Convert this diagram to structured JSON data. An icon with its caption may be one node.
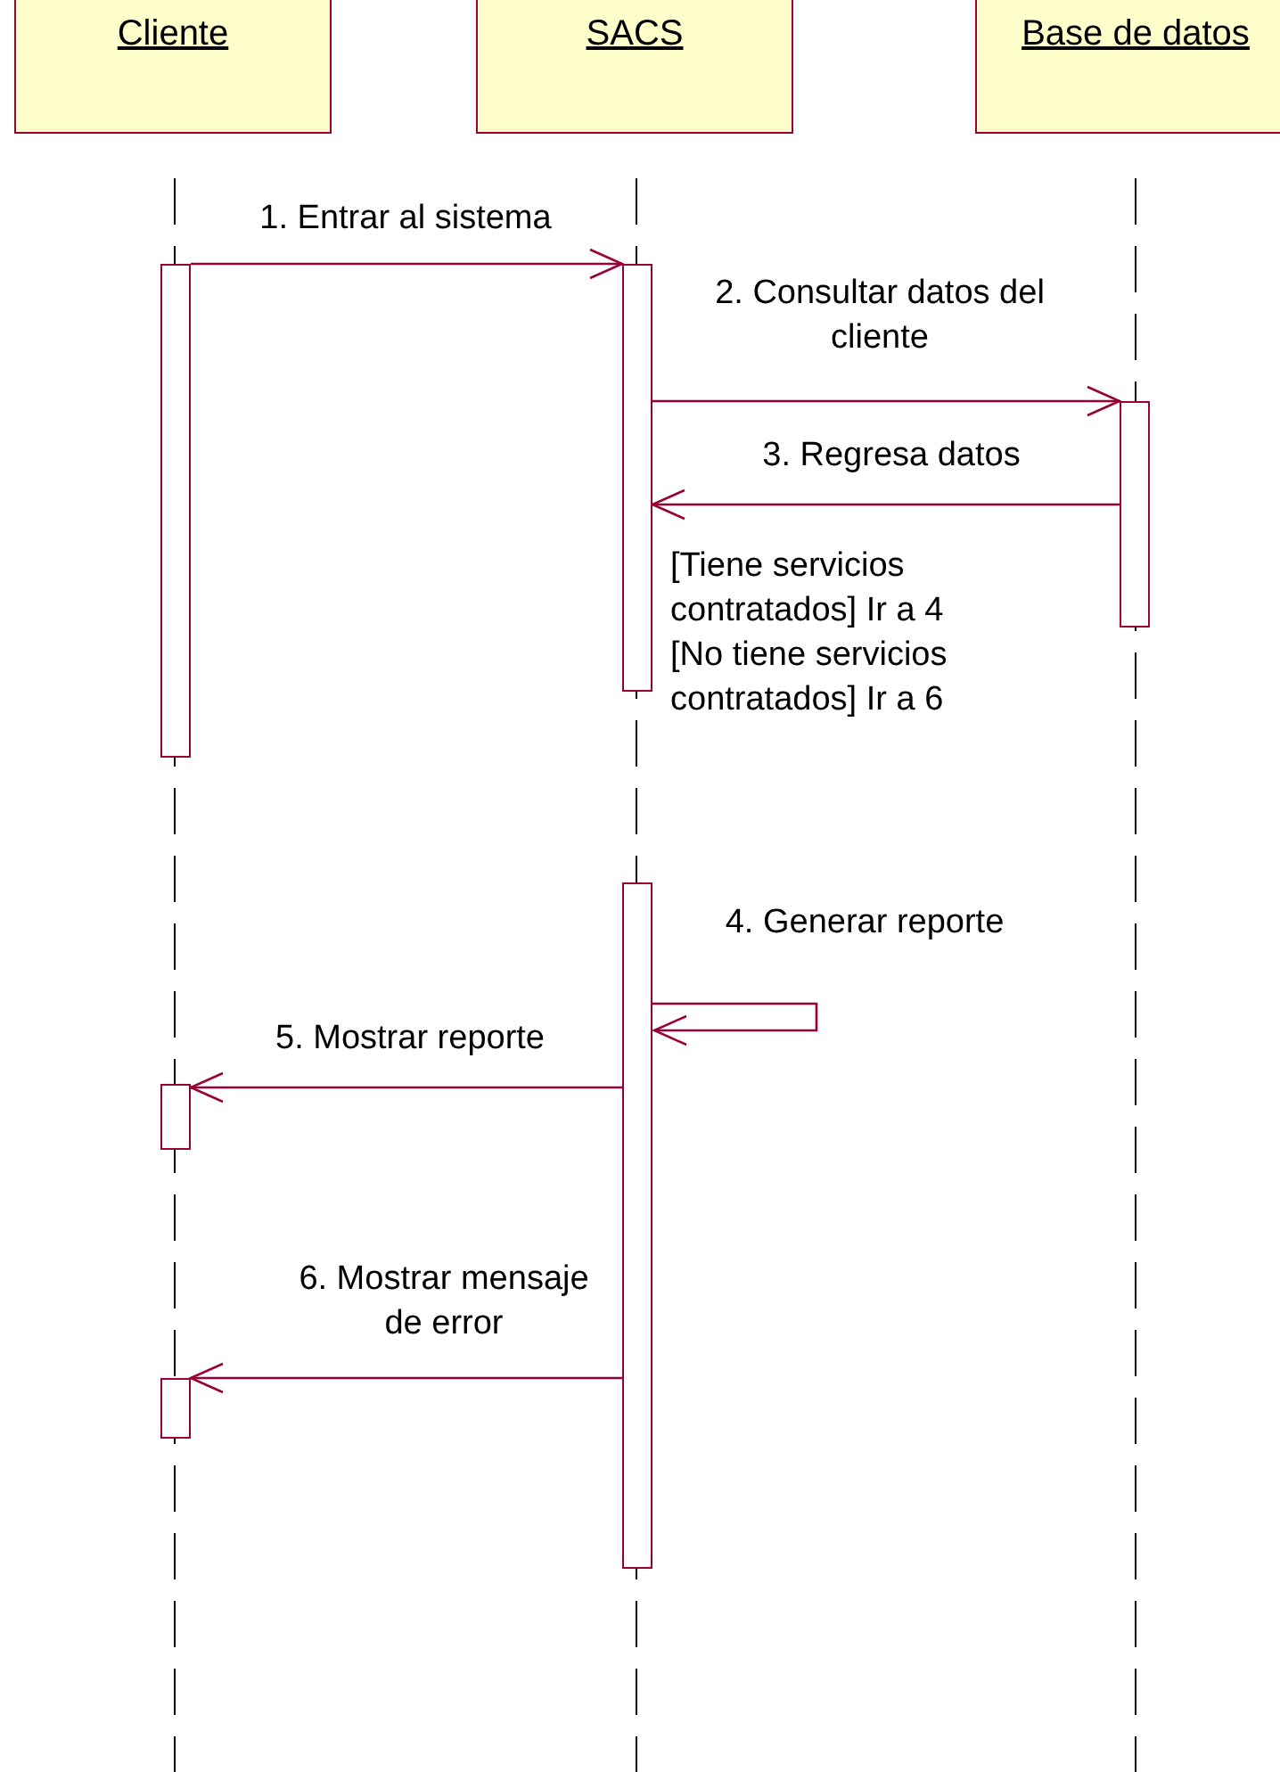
{
  "diagram": {
    "nodes": [
      {
        "text": [
          "Cliente"
        ]
      },
      {
        "text": [
          "SACS"
        ]
      },
      {
        "text": [
          "Base de datos"
        ]
      },
      {
        "text": [],
        "shape": "bar"
      },
      {
        "text": [],
        "shape": "bar"
      },
      {
        "text": [],
        "shape": "bar"
      },
      {
        "text": [],
        "shape": "bar"
      },
      {
        "text": [],
        "shape": "bar"
      },
      {
        "text": [],
        "shape": "bar"
      }
    ],
    "edges": [
      {
        "from": 3,
        "to": 4,
        "arrow": "to",
        "label": "1. Entrar al sistema"
      },
      {
        "from": 4,
        "to": 5,
        "arrow": "to",
        "label": "2. Consultar datos del cliente"
      },
      {
        "from": 5,
        "to": 4,
        "arrow": "to",
        "label": "3. Regresa datos"
      },
      {
        "from": 6,
        "to": 6,
        "arrow": "to",
        "label": "4. Generar reporte"
      },
      {
        "from": 6,
        "to": 7,
        "arrow": "to",
        "label": "5. Mostrar reporte"
      },
      {
        "from": 6,
        "to": 8,
        "arrow": "to",
        "label": "6. Mostrar mensaje de error"
      }
    ],
    "labels": [
      "[Tiene servicios contratados] Ir a 4",
      "[No tiene servicios contratados] Ir a 6"
    ]
  }
}
